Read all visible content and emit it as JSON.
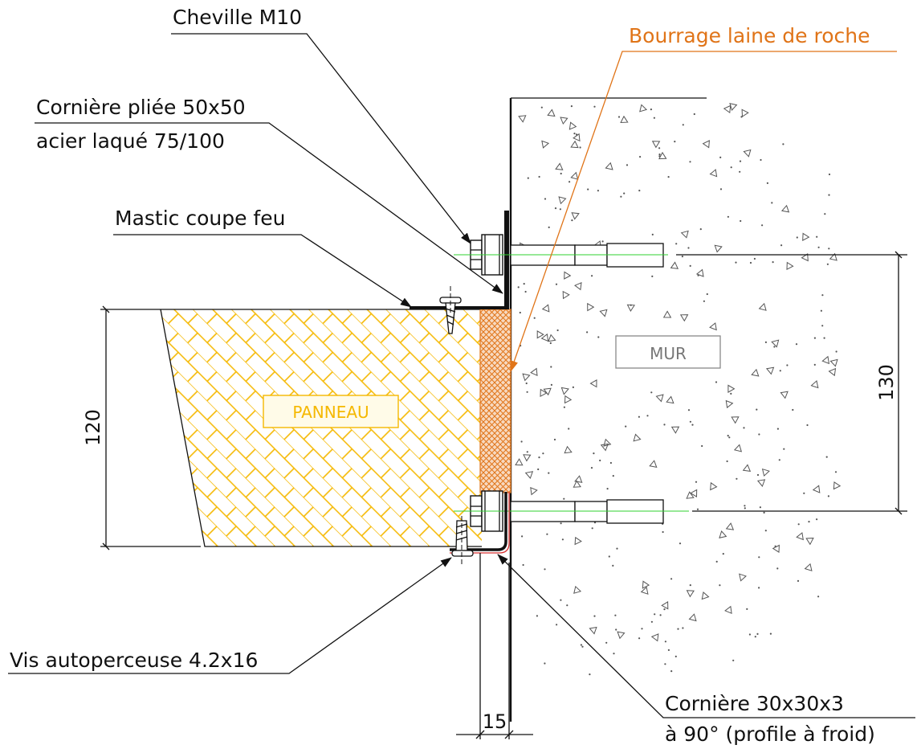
{
  "labels": {
    "cheville": "Cheville M10",
    "bourrage": "Bourrage laine de roche",
    "corniere_pliee_1": "Cornière pliée 50x50",
    "corniere_pliee_2": "acier laqué 75/100",
    "mastic": "Mastic coupe feu",
    "vis": "Vis autoperceuse 4.2x16",
    "corniere_30_1": "Cornière 30x30x3",
    "corniere_30_2": "à 90° (profile à froid)",
    "panneau": "PANNEAU",
    "mur": "MUR"
  },
  "dimensions": {
    "panel_thickness": "120",
    "anchor_spacing": "130",
    "gap": "15"
  },
  "colors": {
    "line": "#111111",
    "panel_hatch": "#f5b800",
    "rockwool": "#e07418",
    "rockwool_fill": "#f7d9c0",
    "axis": "#2fd12f",
    "wall_dots": "#555555",
    "profile_red": "#d83030"
  }
}
